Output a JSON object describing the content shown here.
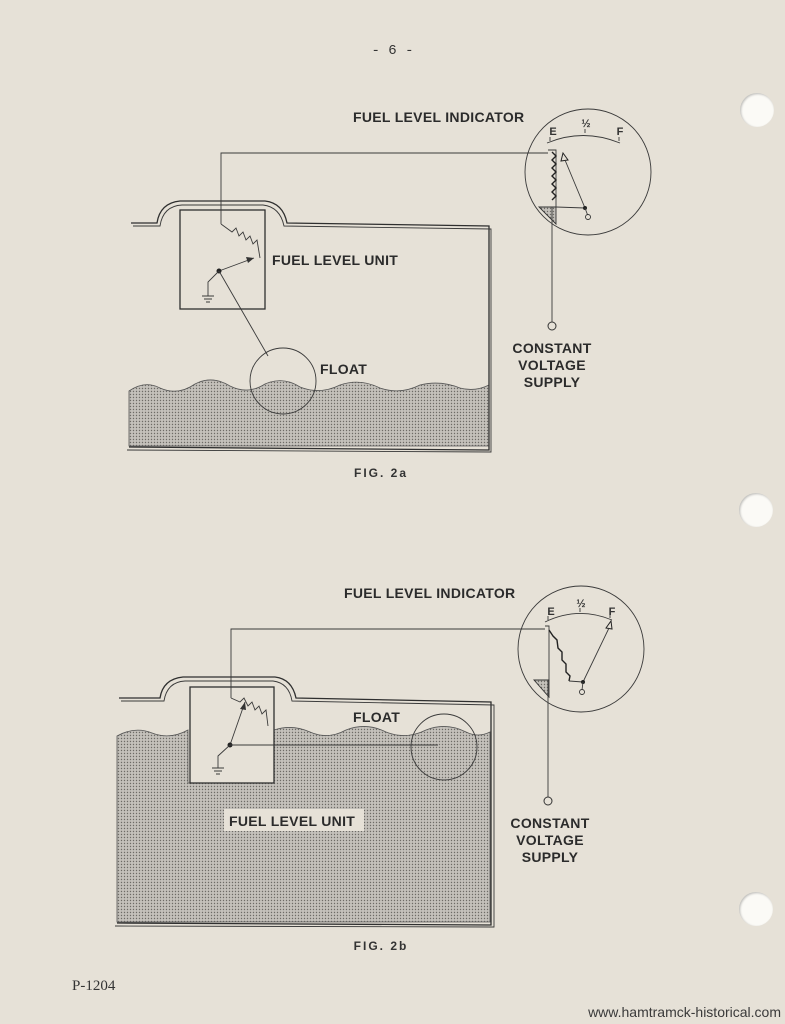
{
  "page_number": "- 6 -",
  "footer_code": "P-1204",
  "watermark": "www.hamtramck-historical.com",
  "figures": [
    {
      "caption": "FIG. 2a",
      "indicator_label": "FUEL LEVEL INDICATOR",
      "unit_label": "FUEL LEVEL UNIT",
      "float_label": "FLOAT",
      "supply_label": [
        "CONSTANT",
        "VOLTAGE",
        "SUPPLY"
      ],
      "gauge_marks": [
        "E",
        "½",
        "F"
      ],
      "fuel_level": "low",
      "needle_position": "E"
    },
    {
      "caption": "FIG. 2b",
      "indicator_label": "FUEL LEVEL INDICATOR",
      "unit_label": "FUEL LEVEL UNIT",
      "float_label": "FLOAT",
      "supply_label": [
        "CONSTANT",
        "VOLTAGE",
        "SUPPLY"
      ],
      "gauge_marks": [
        "E",
        "½",
        "F"
      ],
      "fuel_level": "high",
      "needle_position": "F"
    }
  ],
  "colors": {
    "paper": "#e6e1d7",
    "ink": "#2f2f2f",
    "fuel": "#b9b6b0"
  }
}
